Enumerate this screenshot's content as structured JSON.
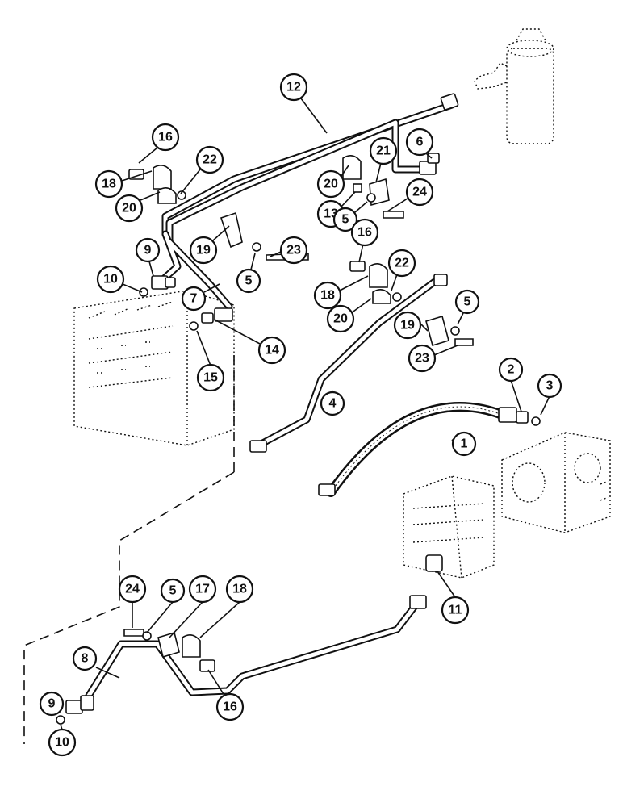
{
  "callouts": [
    {
      "id": "c12a",
      "label": "12"
    },
    {
      "id": "c16a",
      "label": "16"
    },
    {
      "id": "c22a",
      "label": "22"
    },
    {
      "id": "c18a",
      "label": "18"
    },
    {
      "id": "c20a",
      "label": "20"
    },
    {
      "id": "c21",
      "label": "21"
    },
    {
      "id": "c20b",
      "label": "20"
    },
    {
      "id": "c13",
      "label": "13"
    },
    {
      "id": "c5a",
      "label": "5"
    },
    {
      "id": "c24a",
      "label": "24"
    },
    {
      "id": "c6",
      "label": "6"
    },
    {
      "id": "c19a",
      "label": "19"
    },
    {
      "id": "c5b",
      "label": "5"
    },
    {
      "id": "c23a",
      "label": "23"
    },
    {
      "id": "c16b",
      "label": "16"
    },
    {
      "id": "c18b",
      "label": "18"
    },
    {
      "id": "c22b",
      "label": "22"
    },
    {
      "id": "c20c",
      "label": "20"
    },
    {
      "id": "c19b",
      "label": "19"
    },
    {
      "id": "c5c",
      "label": "5"
    },
    {
      "id": "c23b",
      "label": "23"
    },
    {
      "id": "c9a",
      "label": "9"
    },
    {
      "id": "c10a",
      "label": "10"
    },
    {
      "id": "c7",
      "label": "7"
    },
    {
      "id": "c14",
      "label": "14"
    },
    {
      "id": "c15",
      "label": "15"
    },
    {
      "id": "c4",
      "label": "4"
    },
    {
      "id": "c2",
      "label": "2"
    },
    {
      "id": "c3",
      "label": "3"
    },
    {
      "id": "c1",
      "label": "1"
    },
    {
      "id": "c11",
      "label": "11"
    },
    {
      "id": "c24b",
      "label": "24"
    },
    {
      "id": "c5d",
      "label": "5"
    },
    {
      "id": "c17",
      "label": "17"
    },
    {
      "id": "c18c",
      "label": "18"
    },
    {
      "id": "c8",
      "label": "8"
    },
    {
      "id": "c16c",
      "label": "16"
    },
    {
      "id": "c9b",
      "label": "9"
    },
    {
      "id": "c10b",
      "label": "10"
    }
  ]
}
